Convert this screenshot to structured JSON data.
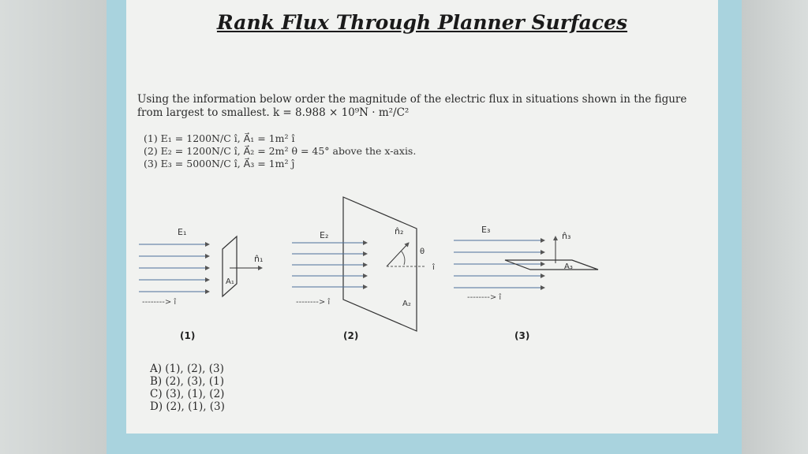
{
  "title": "Rank Flux Through Planner Surfaces",
  "intro": "Using the information below order the magnitude of the electric flux in situations shown in the figure from largest to smallest. k = 8.988 × 10⁹N · m²/C²",
  "conditions": [
    "(1) E₁ = 1200N/C î, A⃗₁ = 1m² î",
    "(2) E₂ = 1200N/C î, A⃗₂ = 2m² θ = 45° above the x-axis.",
    "(3) E₃ = 5000N/C î, A⃗₃ = 1m² ĵ"
  ],
  "figures": {
    "fig1": {
      "field": "E₁",
      "normal": "n̂₁",
      "area": "A₁",
      "axis": "--------> î",
      "label": "(1)"
    },
    "fig2": {
      "field": "E₂",
      "normal": "n̂₂",
      "area": "A₂",
      "axis": "--------> î",
      "theta": "θ",
      "axis_small": "î",
      "label": "(2)"
    },
    "fig3": {
      "field": "E₃",
      "normal": "n̂₃",
      "area": "A₃",
      "axis": "--------> î",
      "label": "(3)"
    }
  },
  "answers": [
    "A) (1), (2), (3)",
    "B) (2), (3), (1)",
    "C) (3), (1), (2)",
    "D) (2), (1), (3)"
  ]
}
